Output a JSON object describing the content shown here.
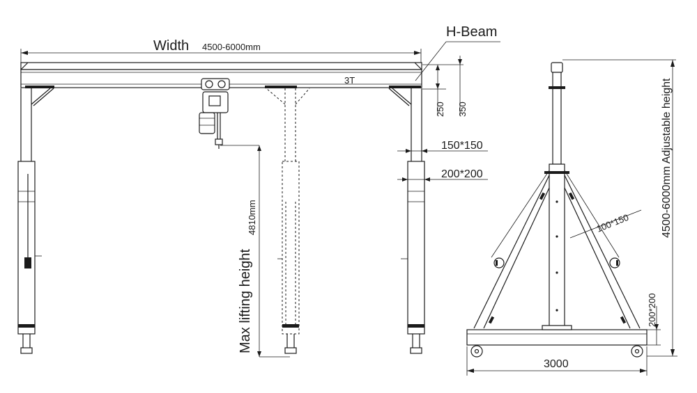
{
  "labels": {
    "width_word": "Width",
    "width_value": "4500-6000mm",
    "beam_name": "H-Beam",
    "capacity": "3T",
    "dim_250": "250",
    "dim_350": "350",
    "section_150": "150*150",
    "section_200": "200*200",
    "lift_height_value": "4810mm",
    "lift_height_label": "Max lifting height",
    "brace_section": "100*150",
    "adjustable_height": "4500-6000mm Adjustable height",
    "base_section": "200*200",
    "base_width": "3000"
  }
}
